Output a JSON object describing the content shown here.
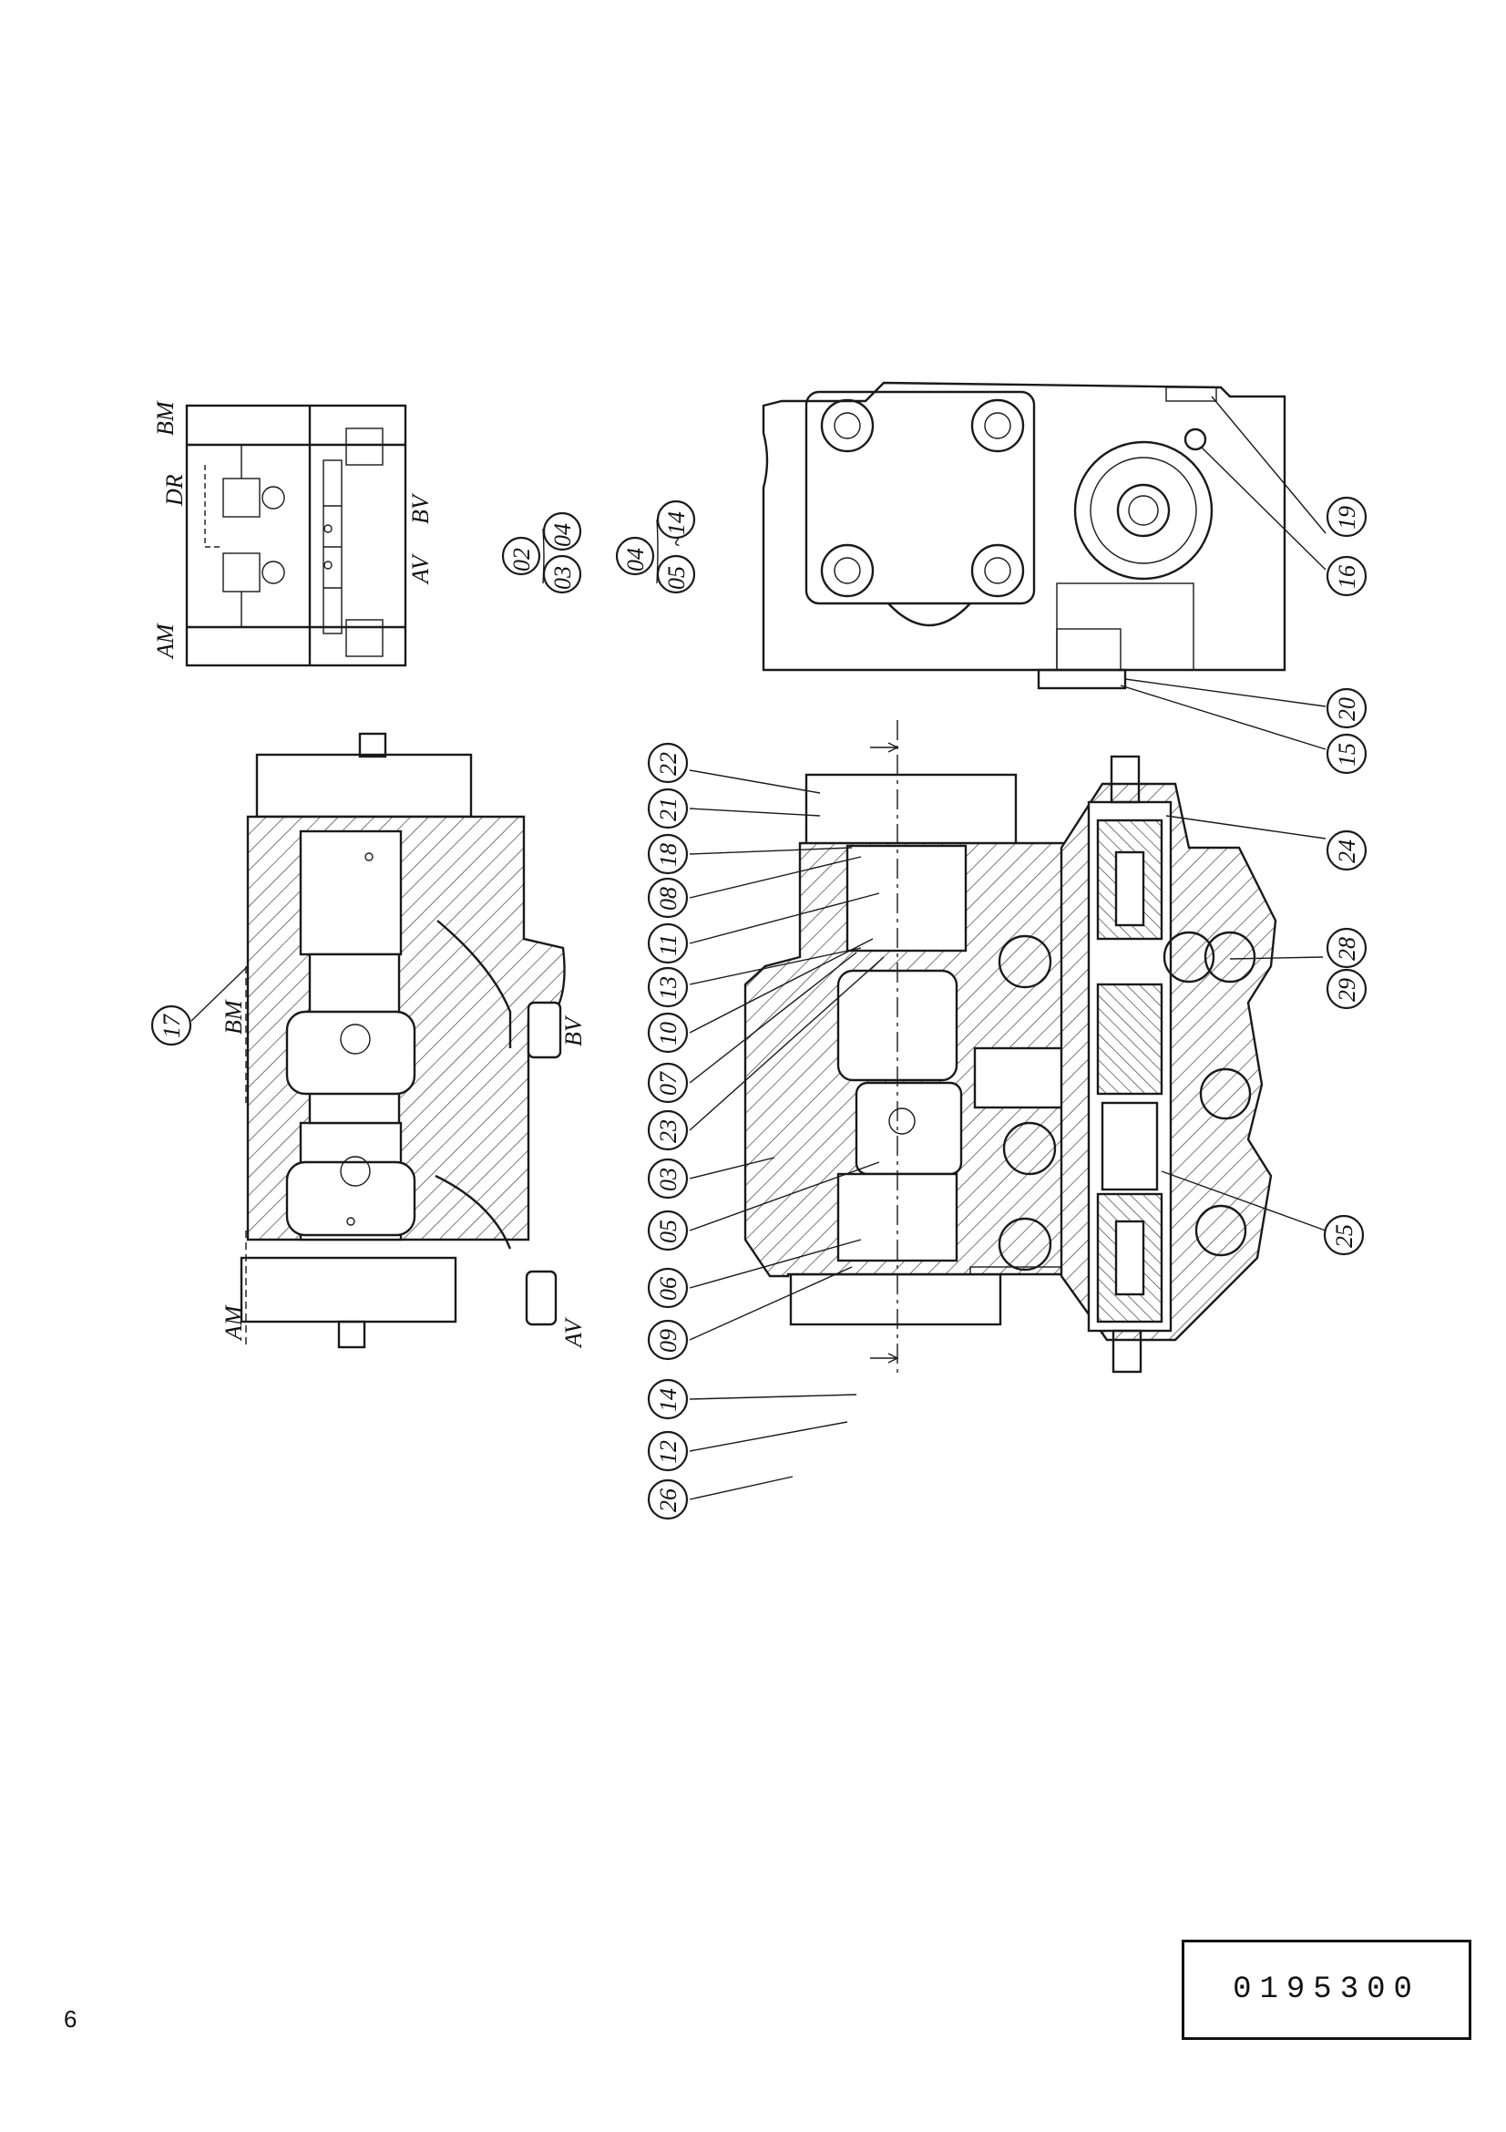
{
  "page": {
    "number": "6"
  },
  "drawing_code": "0195300",
  "port_labels": {
    "bm": "BM",
    "am": "AM",
    "dr": "DR",
    "bv": "BV",
    "av": "AV"
  },
  "sets": [
    {
      "head": "02",
      "items": [
        "03",
        "04"
      ],
      "sep": ""
    },
    {
      "head": "04",
      "items": [
        "05",
        "14"
      ],
      "sep": "~"
    }
  ],
  "balloons": {
    "b17": "17",
    "b22": "22",
    "b21": "21",
    "b18": "18",
    "b08": "08",
    "b11": "11",
    "b13": "13",
    "b10": "10",
    "b07": "07",
    "b23": "23",
    "b03": "03",
    "b05": "05",
    "b06": "06",
    "b09": "09",
    "b14": "14",
    "b12": "12",
    "b26": "26",
    "b19": "19",
    "b16": "16",
    "b20": "20",
    "b15": "15",
    "b24": "24",
    "b28": "28",
    "b29": "29",
    "b25": "25"
  }
}
